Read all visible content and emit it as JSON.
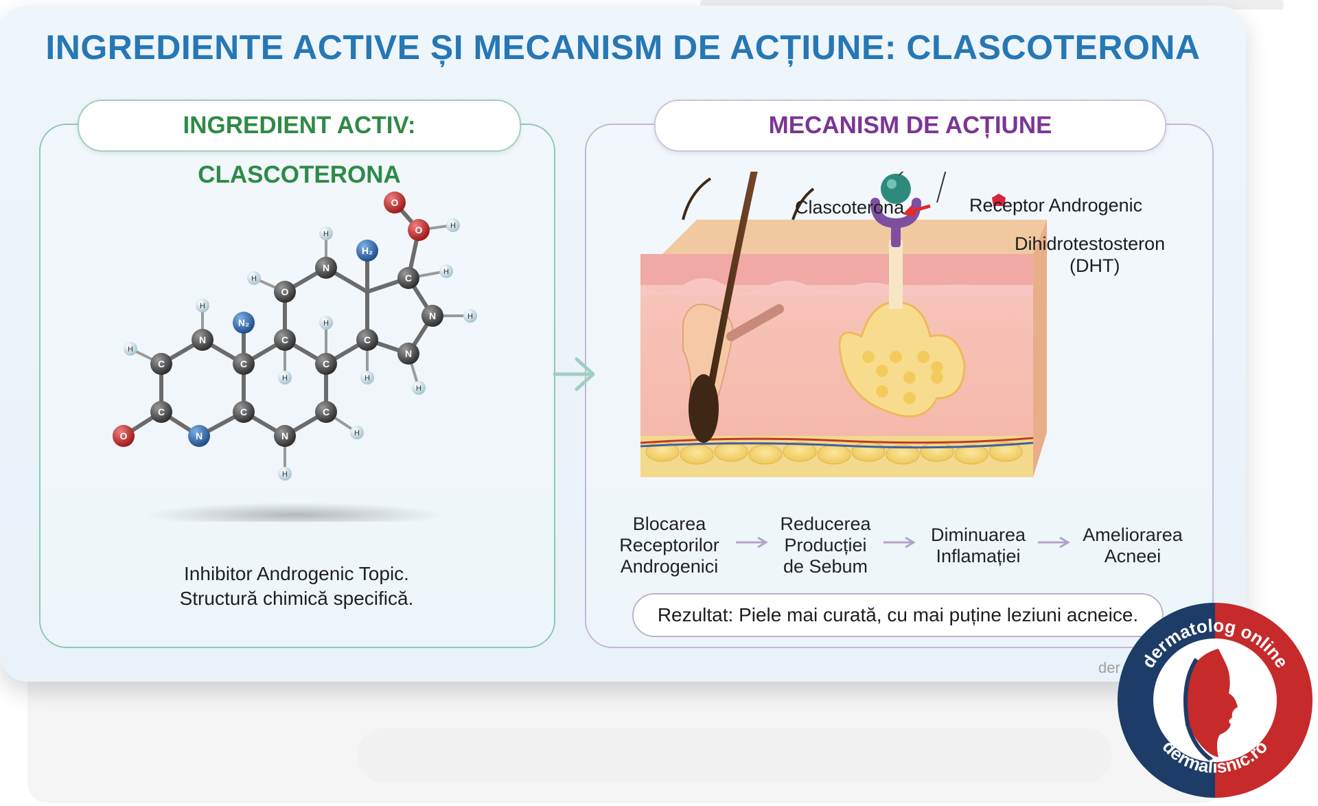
{
  "title": "INGREDIENTE ACTIVE ȘI MECANISM DE ACȚIUNE: CLASCOTERONA",
  "left_panel": {
    "heading": "INGREDIENT ACTIV: CLASCOTERONA",
    "caption_line1": "Inhibitor Androgenic Topic.",
    "caption_line2": "Structură chimică specifică."
  },
  "right_panel": {
    "heading": "MECANISM DE ACȚIUNE",
    "labels": {
      "clascoterona": "Clascoterona",
      "receptor": "Receptor Androgenic",
      "dht_line1": "Dihidrotestosteron",
      "dht_line2": "(DHT)"
    },
    "steps": [
      {
        "line1": "Blocarea",
        "line2": "Receptorilor",
        "line3": "Androgenici"
      },
      {
        "line1": "Reducerea",
        "line2": "Producției",
        "line3": "de Sebum"
      },
      {
        "line1": "Diminuarea",
        "line2": "Inflamației",
        "line3": ""
      },
      {
        "line1": "Ameliorarea",
        "line2": "Acneei",
        "line3": ""
      }
    ],
    "result": "Rezultat: Piele mai curată, cu mai puține leziuni acneice."
  },
  "molecule": {
    "atoms": [
      {
        "el": "C",
        "color": "#4a4a4a"
      },
      {
        "el": "C",
        "color": "#4a4a4a"
      },
      {
        "el": "N",
        "color": "#2d67b0"
      },
      {
        "el": "O",
        "color": "#c62828"
      },
      {
        "el": "N",
        "color": "#4a4a4a"
      },
      {
        "el": "C",
        "color": "#4a4a4a"
      },
      {
        "el": "C",
        "color": "#4a4a4a"
      },
      {
        "el": "N",
        "color": "#4a4a4a"
      },
      {
        "el": "C",
        "color": "#4a4a4a"
      },
      {
        "el": "C",
        "color": "#4a4a4a"
      },
      {
        "el": "O",
        "color": "#4a4a4a"
      },
      {
        "el": "N",
        "color": "#4a4a4a"
      },
      {
        "el": "C",
        "color": "#4a4a4a"
      },
      {
        "el": "C",
        "color": "#4a4a4a"
      },
      {
        "el": "N",
        "color": "#4a4a4a"
      },
      {
        "el": "N",
        "color": "#4a4a4a"
      },
      {
        "el": "C",
        "color": "#4a4a4a"
      },
      {
        "el": "O",
        "color": "#c62828"
      },
      {
        "el": "O",
        "color": "#c62828"
      },
      {
        "el": "N₂",
        "color": "#2d67b0"
      },
      {
        "el": "H₂",
        "color": "#2d67b0"
      }
    ],
    "hydrogen_label": "H"
  },
  "watermark_partial": "der",
  "logo": {
    "top_text": "dermatolog online",
    "bottom_text": "dermalisnic.ro"
  },
  "colors": {
    "title": "#2677b5",
    "left_accent": "#2e8a47",
    "right_accent": "#7b3594",
    "logo_blue": "#1d3c68",
    "logo_red": "#c62a2a"
  }
}
